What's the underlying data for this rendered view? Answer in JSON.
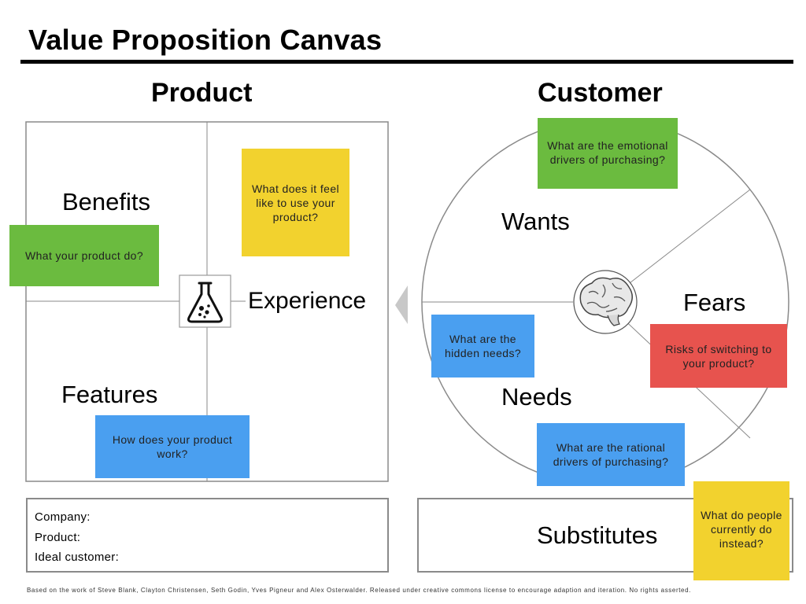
{
  "title": "Value Proposition Canvas",
  "product_heading": "Product",
  "customer_heading": "Customer",
  "product_square": {
    "benefits": "Benefits",
    "features": "Features",
    "experience": "Experience",
    "icon": "flask-icon"
  },
  "customer_circle": {
    "wants": "Wants",
    "fears": "Fears",
    "needs": "Needs",
    "icon": "brain-icon"
  },
  "notes": {
    "experience_q": "What does it feel like to use your product?",
    "benefits_q": "What your product do?",
    "features_q": "How does your product work?",
    "wants_q": "What are the emotional drivers of purchasing?",
    "needs_hidden_q": "What are the hidden needs?",
    "fears_q": "Risks of switching to your product?",
    "needs_rational_q": "What are the rational drivers of purchasing?",
    "substitutes_q": "What do people currently do instead?"
  },
  "info_box": {
    "company": "Company:",
    "product": "Product:",
    "ideal_customer": "Ideal customer:"
  },
  "substitutes": "Substitutes",
  "footer": "Based on the work of Steve Blank, Clayton Christensen, Seth Godin, Yves Pigneur and Alex Osterwalder. Released under creative commons license to encourage adaption and iteration. No rights asserted.",
  "colors": {
    "yellow": "#f2d22e",
    "green": "#6bbb3f",
    "blue": "#4a9ff0",
    "red": "#e7534e"
  }
}
